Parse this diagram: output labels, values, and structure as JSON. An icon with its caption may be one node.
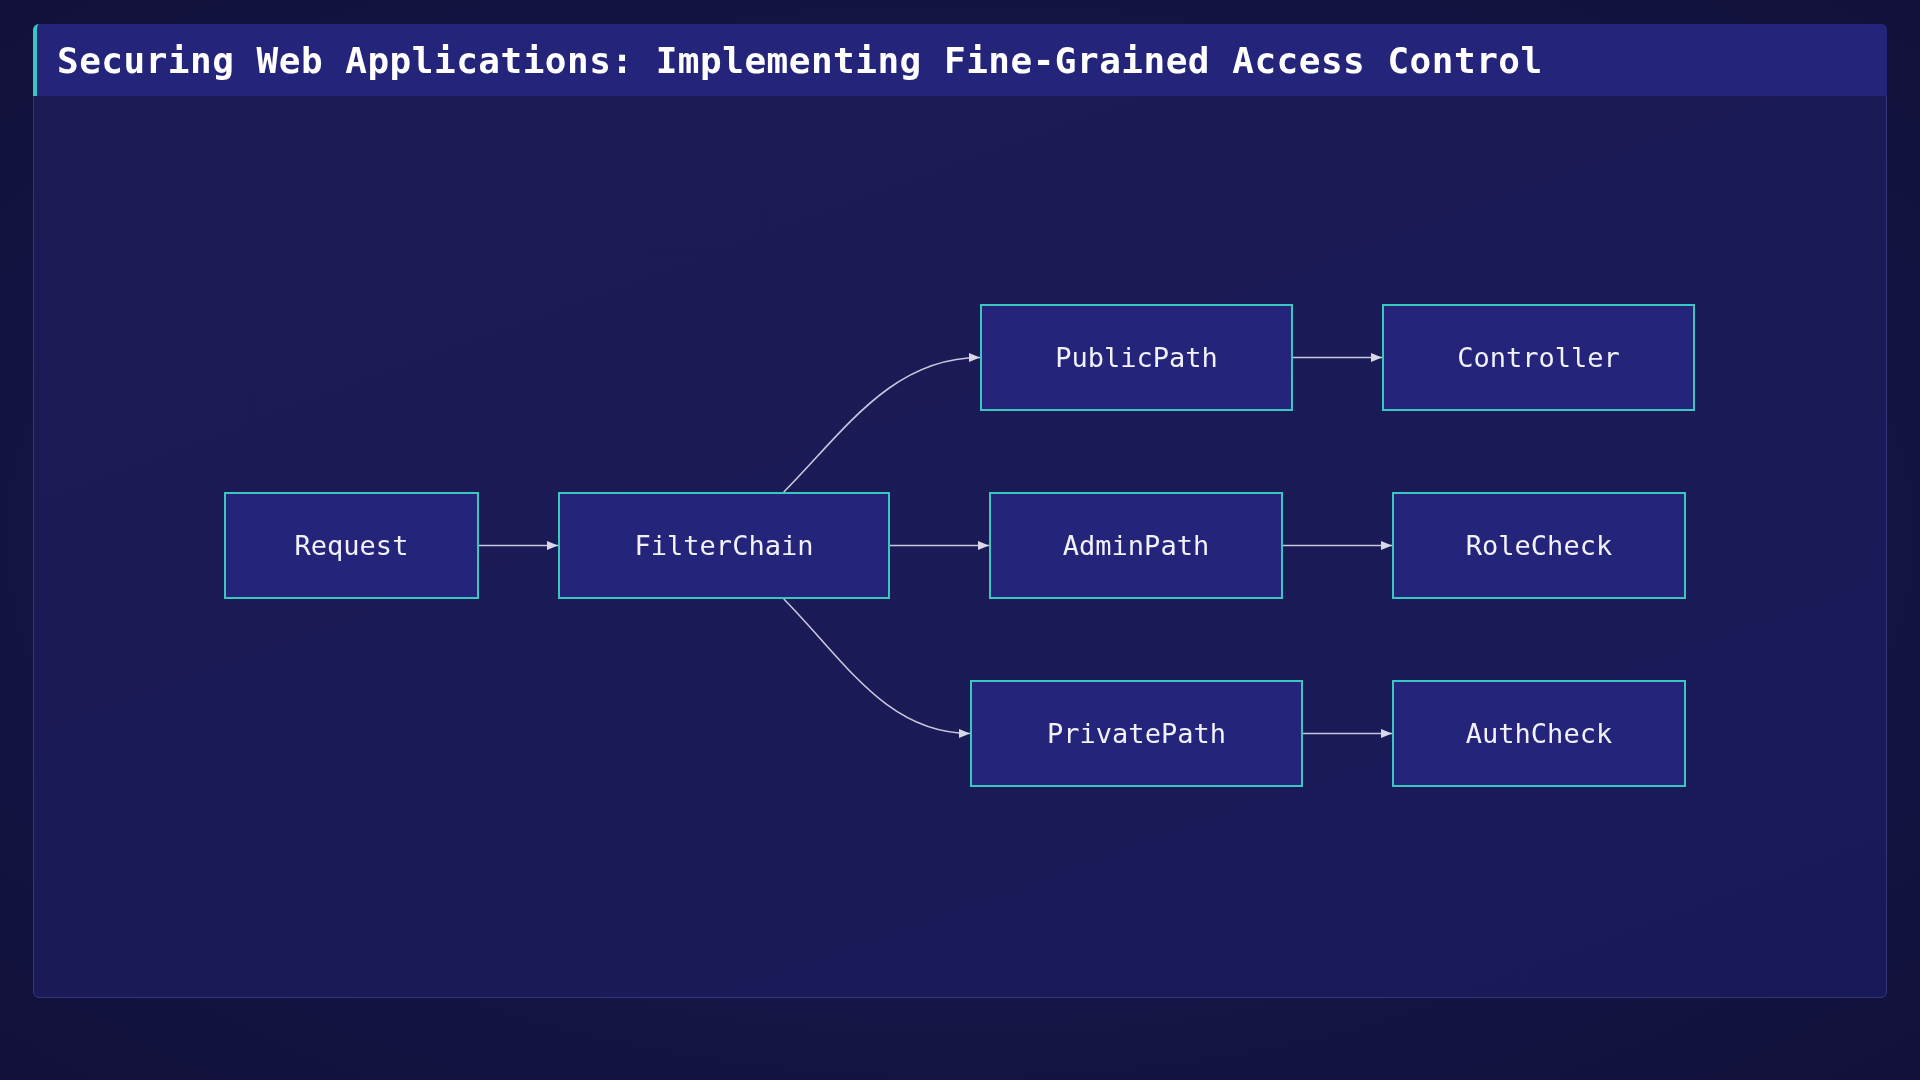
{
  "diagram": {
    "title": "Securing Web Applications: Implementing Fine-Grained Access Control",
    "nodes": [
      {
        "text": [
          "Request"
        ]
      },
      {
        "text": [
          "FilterChain"
        ]
      },
      {
        "text": [
          "PublicPath"
        ]
      },
      {
        "text": [
          "AdminPath"
        ]
      },
      {
        "text": [
          "PrivatePath"
        ]
      },
      {
        "text": [
          "Controller"
        ]
      },
      {
        "text": [
          "RoleCheck"
        ]
      },
      {
        "text": [
          "AuthCheck"
        ]
      }
    ],
    "edges": [
      {
        "from": 0,
        "to": 1,
        "arrow": "to"
      },
      {
        "from": 1,
        "to": 2,
        "arrow": "to"
      },
      {
        "from": 1,
        "to": 3,
        "arrow": "to"
      },
      {
        "from": 1,
        "to": 4,
        "arrow": "to"
      },
      {
        "from": 2,
        "to": 5,
        "arrow": "to"
      },
      {
        "from": 3,
        "to": 6,
        "arrow": "to"
      },
      {
        "from": 4,
        "to": 7,
        "arrow": "to"
      }
    ]
  }
}
